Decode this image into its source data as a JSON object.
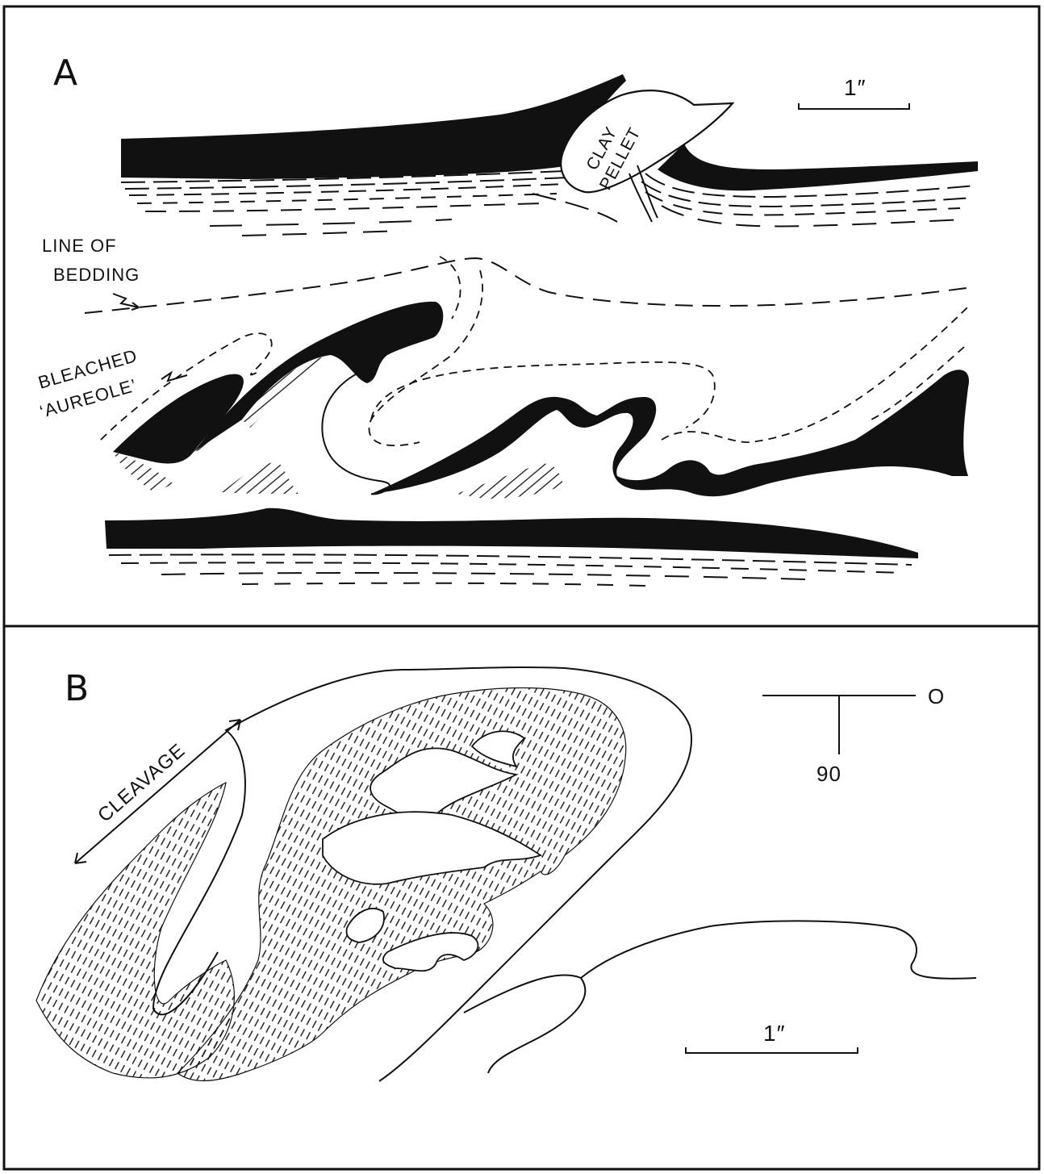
{
  "panel_a": {
    "letter": "A",
    "scale_label": "1″",
    "clay_pellet_line1": "CLAY",
    "clay_pellet_line2": "PELLET",
    "bedding_line1": "LINE  OF",
    "bedding_line2": "BEDDING",
    "aureole_line1": "BLEACHED",
    "aureole_line2": "‘AUREOLE’"
  },
  "panel_b": {
    "letter": "B",
    "cleavage_label": "CLEAVAGE",
    "orientation_right": "O",
    "orientation_down": "90",
    "scale_label": "1″"
  }
}
